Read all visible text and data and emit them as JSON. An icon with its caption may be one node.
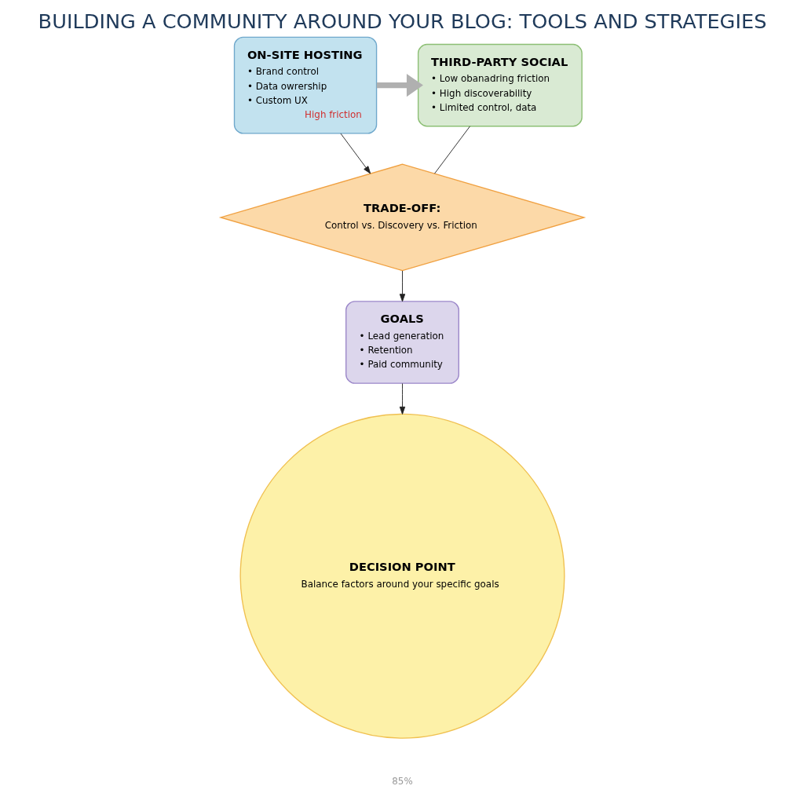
{
  "diagram": {
    "title": "BUILDING A COMMUNITY AROUND YOUR BLOG: TOOLS AND STRATEGIES",
    "nodes": [
      {
        "text": [
          "ON-SITE HOSTING",
          "• Brand control",
          "• Data owrership",
          "• Custom UX",
          "High friction"
        ]
      },
      {
        "text": [
          "THIRD-PARTY SOCIAL",
          "• Low obanadring friction",
          "• High discoverability",
          "• Limited control, data"
        ]
      },
      {
        "text": [
          "TRADE-OFF:",
          "Control vs. Discovery vs. Friction"
        ]
      },
      {
        "text": [
          "GOALS",
          "• Lead generation",
          "• Retention",
          "• Paid community"
        ]
      },
      {
        "text": [
          "DECISION POINT",
          "Balance factors around your specific goals"
        ]
      }
    ],
    "edges": [
      {
        "from": 0,
        "to": 1,
        "arrow": "to",
        "style": "thick",
        "color": "#b0b0b0"
      },
      {
        "from": 0,
        "to": 2,
        "arrow": "to"
      },
      {
        "from": 1,
        "to": 2,
        "arrow": "none"
      },
      {
        "from": 2,
        "to": 3,
        "arrow": "to"
      },
      {
        "from": 3,
        "to": 4,
        "arrow": "to"
      }
    ],
    "labels": [
      "85%"
    ]
  }
}
